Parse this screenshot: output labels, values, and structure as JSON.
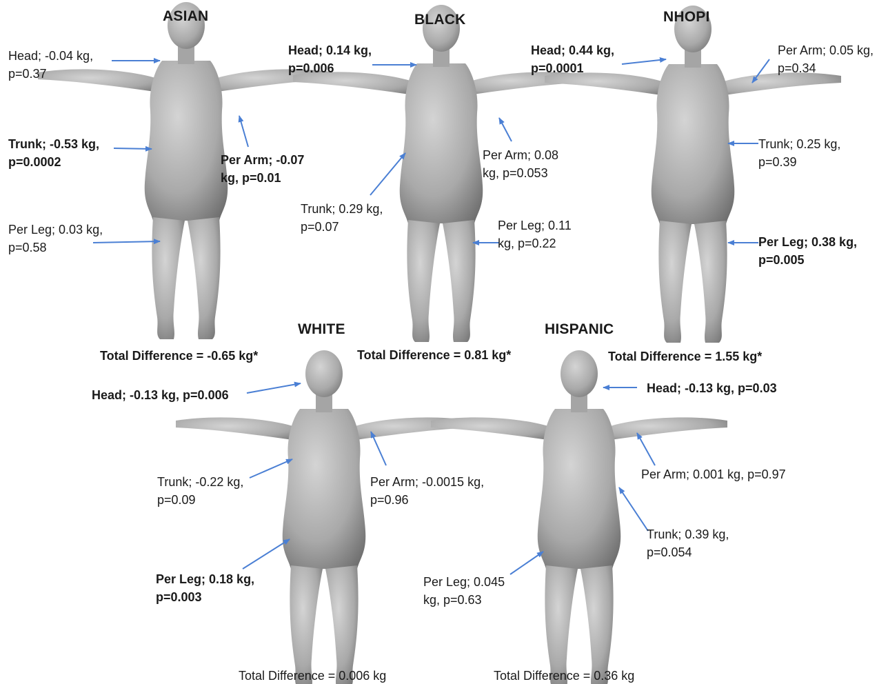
{
  "figures": {
    "asian": {
      "title": "ASIAN",
      "head": "Head; -0.04 kg,\np=0.37",
      "trunk": "Trunk; -0.53 kg,\np=0.0002",
      "arm": "Per Arm; -0.07\nkg, p=0.01",
      "leg": "Per Leg; 0.03 kg,\np=0.58",
      "total": "Total Difference = -0.65 kg*"
    },
    "black": {
      "title": "BLACK",
      "head": "Head; 0.14 kg,\np=0.006",
      "trunk": "Trunk; 0.29 kg,\np=0.07",
      "arm": "Per Arm; 0.08\nkg, p=0.053",
      "leg": "Per Leg; 0.11\nkg, p=0.22",
      "total": "Total Difference = 0.81 kg*"
    },
    "nhopi": {
      "title": "NHOPI",
      "head": "Head; 0.44 kg,\np=0.0001",
      "arm": "Per Arm; 0.05 kg,\np=0.34",
      "trunk": "Trunk; 0.25 kg,\np=0.39",
      "leg": "Per Leg; 0.38 kg,\np=0.005",
      "total": "Total Difference = 1.55 kg*"
    },
    "white": {
      "title": "WHITE",
      "head": "Head; -0.13 kg, p=0.006",
      "trunk": "Trunk; -0.22 kg,\np=0.09",
      "arm": "Per Arm; -0.0015 kg,\np=0.96",
      "leg": "Per Leg; 0.18 kg,\np=0.003",
      "total": "Total Difference = 0.006 kg"
    },
    "hispanic": {
      "title": "HISPANIC",
      "head": "Head; -0.13 kg, p=0.03",
      "arm": "Per Arm; 0.001 kg, p=0.97",
      "trunk": "Trunk; 0.39 kg,\np=0.054",
      "leg": "Per Leg; 0.045\nkg, p=0.63",
      "total": "Total Difference = 0.36 kg"
    }
  },
  "colors": {
    "arrow": "#4a7fd4",
    "body_light": "#c9c9c9",
    "body_dark": "#7d7d7d"
  }
}
